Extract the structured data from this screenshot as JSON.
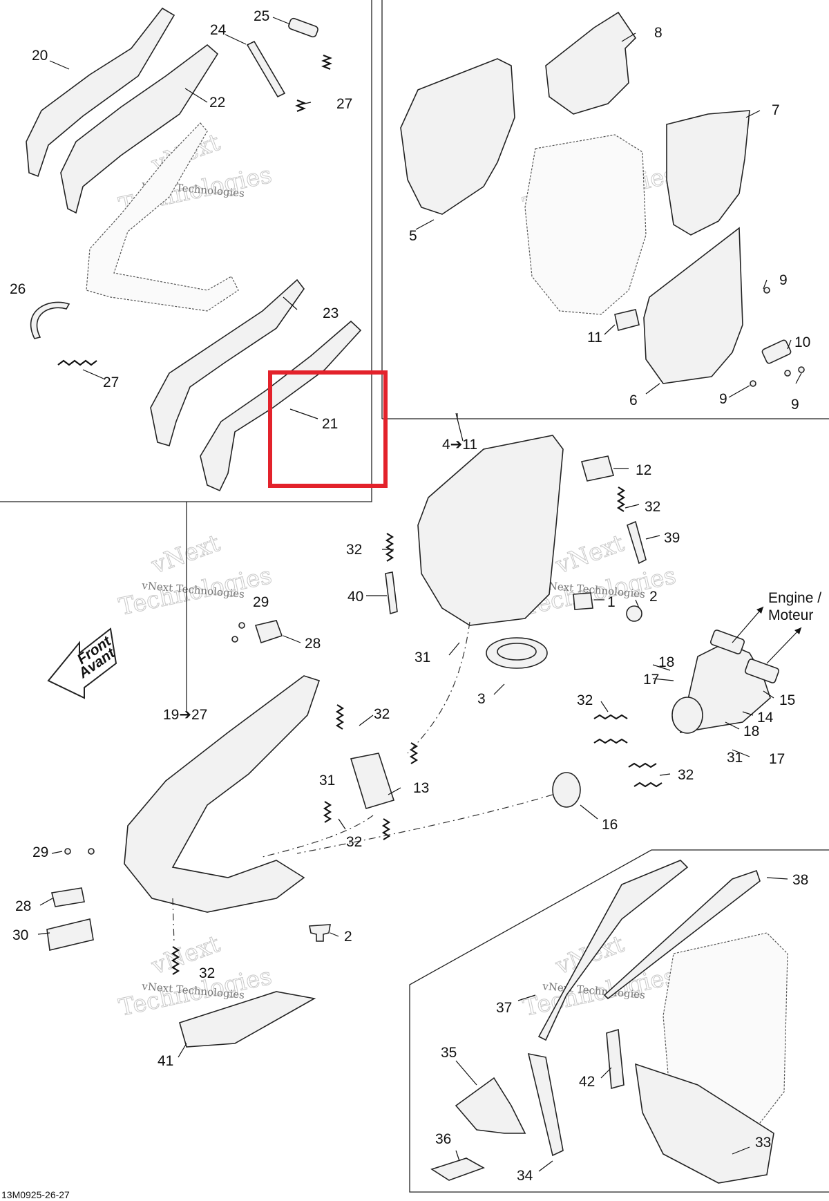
{
  "diagram": {
    "reference_code": "13M0925-26-27",
    "direction_arrow": {
      "line1": "Front",
      "line2": "Avant"
    },
    "engine_label": {
      "line1": "Engine /",
      "line2": "Moteur"
    },
    "watermark": {
      "line1": "vNext",
      "line2": "Technologies",
      "small": "vNext Technologies"
    },
    "highlight": {
      "color": "#e3222b",
      "part": "21"
    },
    "callouts": [
      "20",
      "24",
      "25",
      "22",
      "27",
      "26",
      "27",
      "23",
      "21",
      "8",
      "7",
      "5",
      "9",
      "11",
      "10",
      "6",
      "9",
      "9",
      "4➔11",
      "12",
      "32",
      "39",
      "32",
      "40",
      "1",
      "2",
      "31",
      "3",
      "29",
      "28",
      "19➔27",
      "32",
      "31",
      "13",
      "32",
      "18",
      "17",
      "15",
      "14",
      "18",
      "31",
      "17",
      "32",
      "32",
      "16",
      "29",
      "28",
      "30",
      "2",
      "32",
      "41",
      "38",
      "37",
      "35",
      "42",
      "36",
      "34",
      "33"
    ]
  }
}
